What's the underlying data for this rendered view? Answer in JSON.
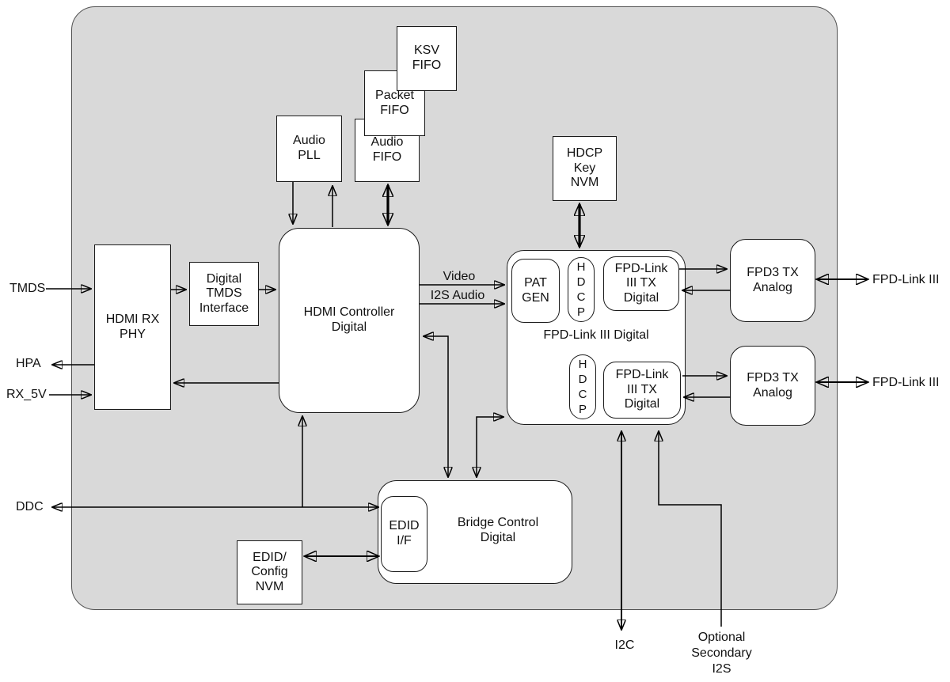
{
  "diagram": {
    "blocks": {
      "ksv_fifo": "KSV\nFIFO",
      "packet_fifo": "Packet\nFIFO",
      "audio_pll": "Audio\nPLL",
      "audio_fifo": "Audio\nFIFO",
      "hdcp_key_nvm": "HDCP\nKey\nNVM",
      "hdmi_rx_phy": "HDMI RX\nPHY",
      "digital_tmds_interface": "Digital\nTMDS\nInterface",
      "hdmi_controller": "HDMI Controller\nDigital",
      "pat_gen": "PAT\nGEN",
      "hdcp_top": "H\nD\nC\nP",
      "hdcp_bottom": "H\nD\nC\nP",
      "fpd_link_tx_digital_top": "FPD-Link\nIII TX\nDigital",
      "fpd_link_tx_digital_bottom": "FPD-Link\nIII TX\nDigital",
      "fpd_link_digital_label": "FPD-Link III Digital",
      "fpd3_tx_analog_top": "FPD3 TX\nAnalog",
      "fpd3_tx_analog_bottom": "FPD3 TX\nAnalog",
      "bridge_control": "Bridge Control\nDigital",
      "edid_if": "EDID\nI/F",
      "edid_config_nvm": "EDID/\nConfig\nNVM"
    },
    "signals": {
      "tmds": "TMDS",
      "hpa": "HPA",
      "rx_5v": "RX_5V",
      "ddc": "DDC",
      "video": "Video",
      "i2s_audio": "I2S Audio",
      "fpd_link_iii_top": "FPD-Link III",
      "fpd_link_iii_bottom": "FPD-Link III",
      "i2c": "I2C",
      "optional_secondary_i2s": "Optional\nSecondary\nI2S"
    },
    "colors": {
      "chip_fill": "#d9d9d9",
      "chip_border": "#525252",
      "block_fill": "#ffffff",
      "block_border": "#1b1b1b",
      "wire": "#000000"
    }
  }
}
